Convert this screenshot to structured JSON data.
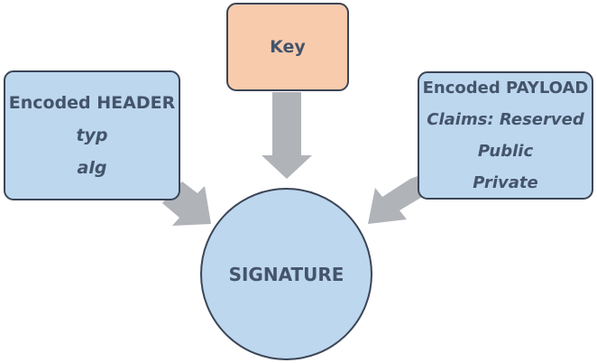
{
  "header": {
    "title": "Encoded HEADER",
    "fields": [
      "typ",
      "alg"
    ]
  },
  "key": {
    "label": "Key"
  },
  "payload": {
    "title": "Encoded PAYLOAD",
    "claims": [
      "Claims: Reserved",
      "Public",
      "Private"
    ]
  },
  "signature": {
    "label": "SIGNATURE"
  },
  "colors": {
    "box_fill": "#bdd7ee",
    "key_fill": "#f8cbad",
    "arrow": "#b0b3b8",
    "text": "#44546a",
    "border": "#3b4556"
  }
}
